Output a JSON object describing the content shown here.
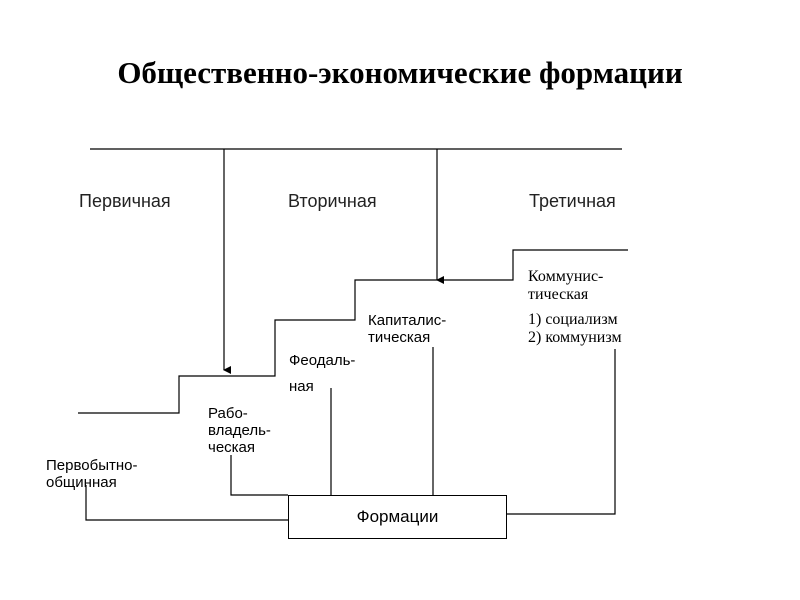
{
  "title": "Общественно-экономические формации",
  "categories": {
    "primary": "Первичная",
    "secondary": "Вторичная",
    "tertiary": "Третичная"
  },
  "formations": {
    "primitive": "Первобытно-\nобщинная",
    "slave": "Рабо-\nвладель-\nческая",
    "feudal_1": "Феодаль-",
    "feudal_2": "ная",
    "capitalist": "Капиталис-\nтическая",
    "communist": "Коммунис-\nтическая",
    "communist_stages": "1) социализм\n2) коммунизм"
  },
  "central_box": "Формации"
}
